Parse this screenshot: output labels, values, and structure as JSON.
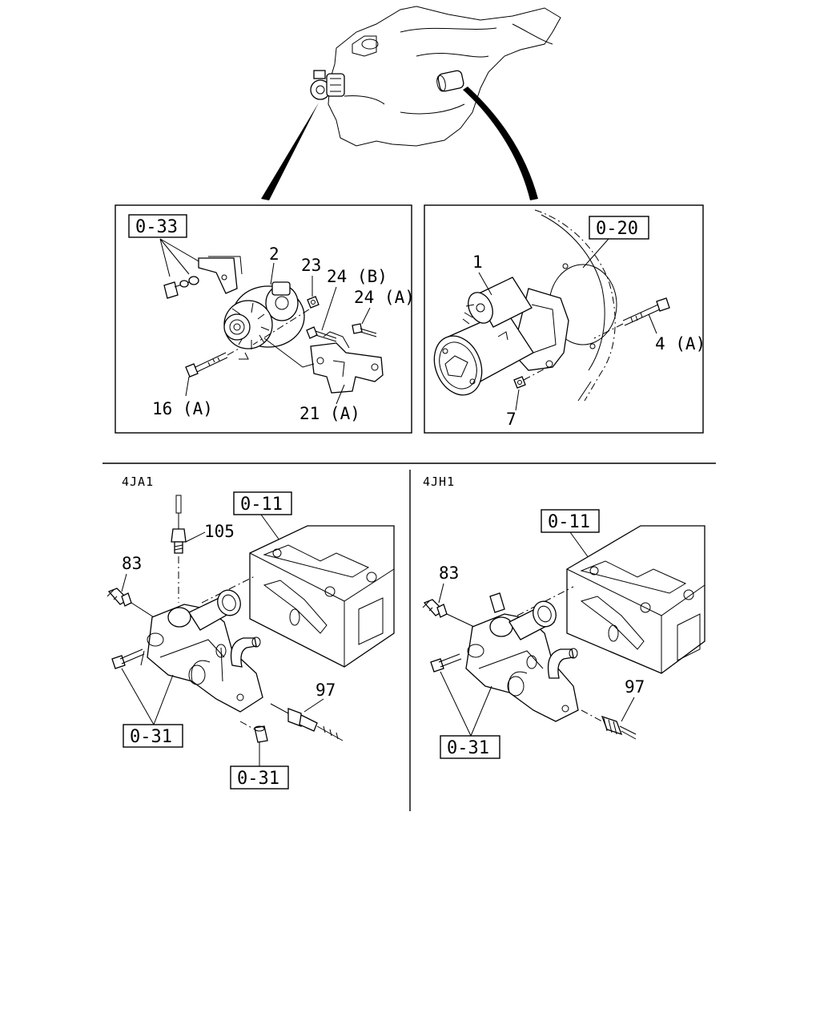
{
  "panels": {
    "alternator": {
      "ref_box": "0-33",
      "labels": {
        "p2": "2",
        "p23": "23",
        "p24b": "24 (B)",
        "p24a": "24 (A)",
        "p16a": "16 (A)",
        "p21a": "21 (A)"
      }
    },
    "starter": {
      "ref_box": "0-20",
      "labels": {
        "p1": "1",
        "p4a": "4 (A)",
        "p7": "7"
      }
    },
    "variant_4ja1": {
      "title": "4JA1",
      "ref_top": "0-11",
      "ref_left": "0-31",
      "ref_bottom": "0-31",
      "labels": {
        "p105": "105",
        "p83": "83",
        "p97": "97"
      }
    },
    "variant_4jh1": {
      "title": "4JH1",
      "ref_top": "0-11",
      "ref_left": "0-31",
      "labels": {
        "p83": "83",
        "p97": "97"
      }
    }
  }
}
